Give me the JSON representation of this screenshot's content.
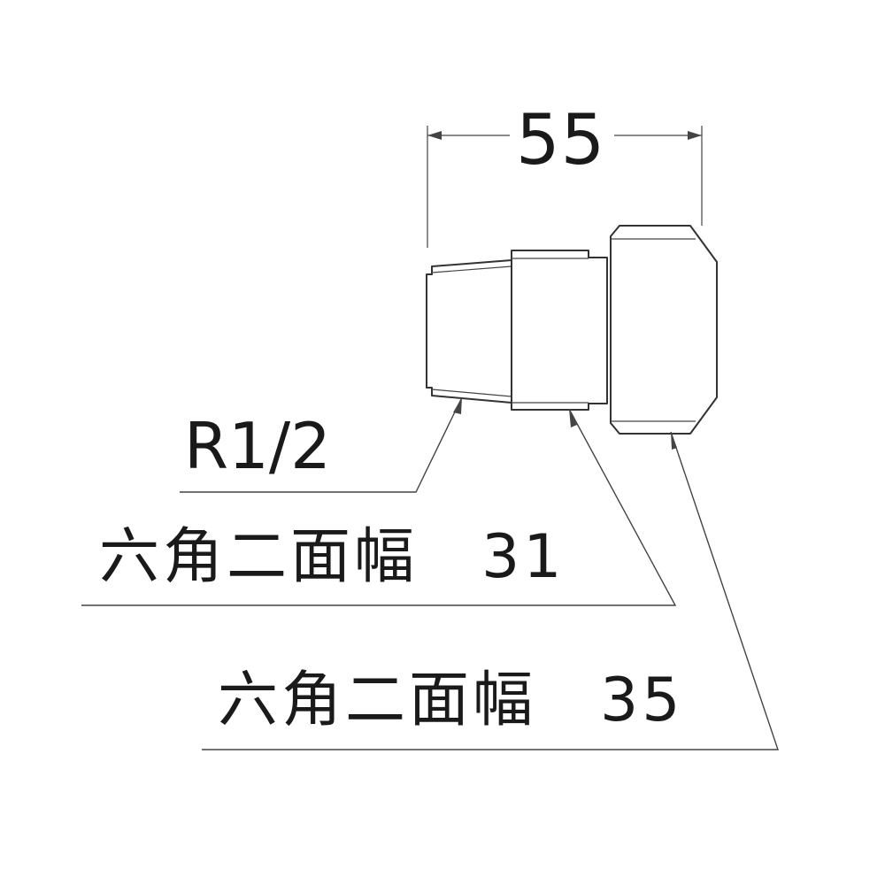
{
  "dimension": {
    "value": "55"
  },
  "callouts": [
    {
      "id": "thread",
      "text": "R1/2"
    },
    {
      "id": "hex31",
      "text": "六角二面幅　31"
    },
    {
      "id": "hex35",
      "text": "六角二面幅　35"
    }
  ],
  "colors": {
    "line": "#333333",
    "text": "#1a1a1a",
    "background": "#ffffff"
  }
}
